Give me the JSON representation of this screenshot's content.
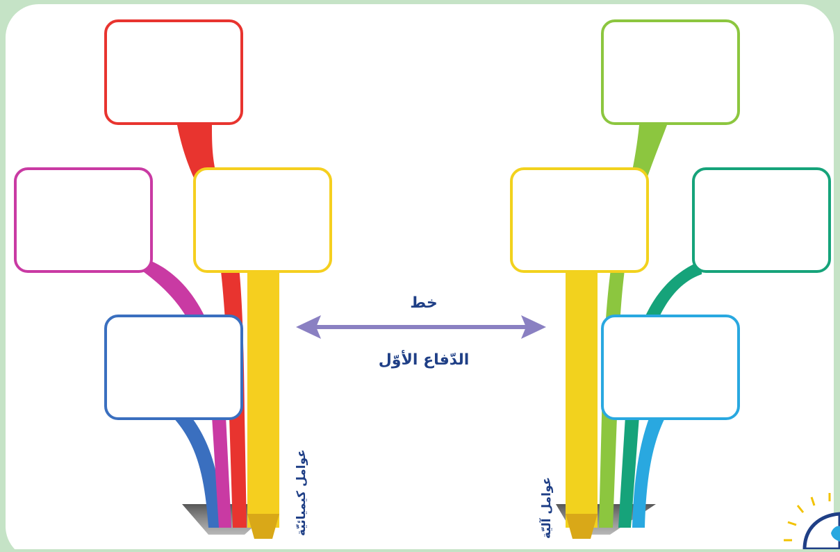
{
  "center": {
    "label_top": "خط",
    "label_bottom": "الدّفاع الأوّل"
  },
  "left_tree": {
    "label": "عوامل كيميائيّة",
    "colors": [
      "#e8342f",
      "#c93aa3",
      "#f5cf1f",
      "#3a6fbf"
    ]
  },
  "right_tree": {
    "label": "عوامل آليّة",
    "colors": [
      "#8cc63f",
      "#16a37a",
      "#f2d21e",
      "#29a8e0"
    ]
  },
  "colors": {
    "background_outer": "#c5e3c6",
    "panel": "#ffffff",
    "text": "#1f3f86",
    "arrow": "#8a80c2"
  }
}
